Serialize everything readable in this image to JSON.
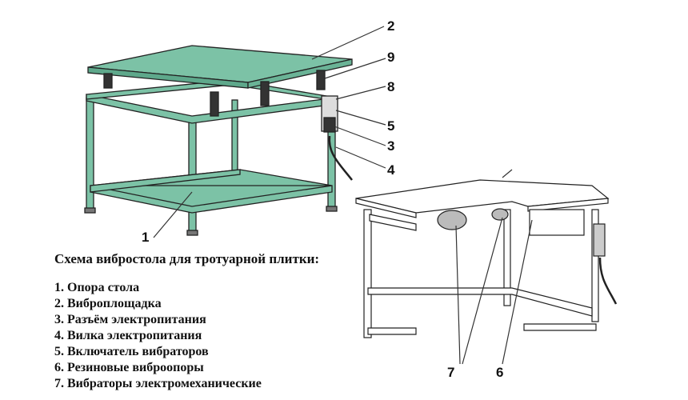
{
  "colors": {
    "frame": "#7cc2a6",
    "frame_dark": "#4f8f77",
    "line": "#222222"
  },
  "title": "Схема вибростола для тротуарной плитки:",
  "legend": [
    "1. Опора стола",
    "2. Виброплощадка",
    "3. Разъём электропитания",
    "4. Вилка электропитания",
    "5. Включатель вибраторов",
    "6. Резиновые виброопоры",
    "7. Вибраторы электромеханические"
  ],
  "callouts": {
    "c1": "1",
    "c2": "2",
    "c3": "3",
    "c4": "4",
    "c5": "5",
    "c6": "6",
    "c7": "7",
    "c8": "8",
    "c9": "9"
  }
}
